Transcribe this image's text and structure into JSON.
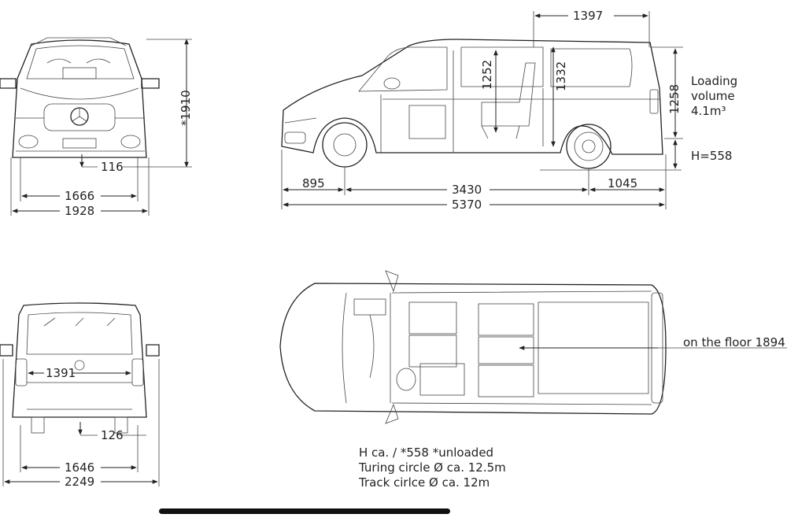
{
  "front_view": {
    "height_label": "*1910",
    "ground_clearance_label": "116",
    "track_label": "1666",
    "width_label": "1928"
  },
  "side_view": {
    "top_dim_label": "1397",
    "interior_height_front_label": "1252",
    "interior_height_rear_label": "1332",
    "load_height_label": "1258",
    "loading_volume_line1": "Loading",
    "loading_volume_line2": "volume",
    "loading_volume_line3": "4.1m³",
    "sill_height_label": "H=558",
    "front_overhang_label": "895",
    "wheelbase_label": "3430",
    "rear_overhang_label": "1045",
    "length_label": "5370"
  },
  "rear_view": {
    "opening_width_label": "1391",
    "ground_clearance_label": "126",
    "track_label": "1646",
    "mirror_width_label": "2249"
  },
  "top_view": {
    "floor_width_label": "on the floor 1894"
  },
  "notes": {
    "line1": "H ca. / *558   *unloaded",
    "line2": "Turing circle Ø ca. 12.5m",
    "line3": "Track cirlce Ø ca. 12m"
  }
}
